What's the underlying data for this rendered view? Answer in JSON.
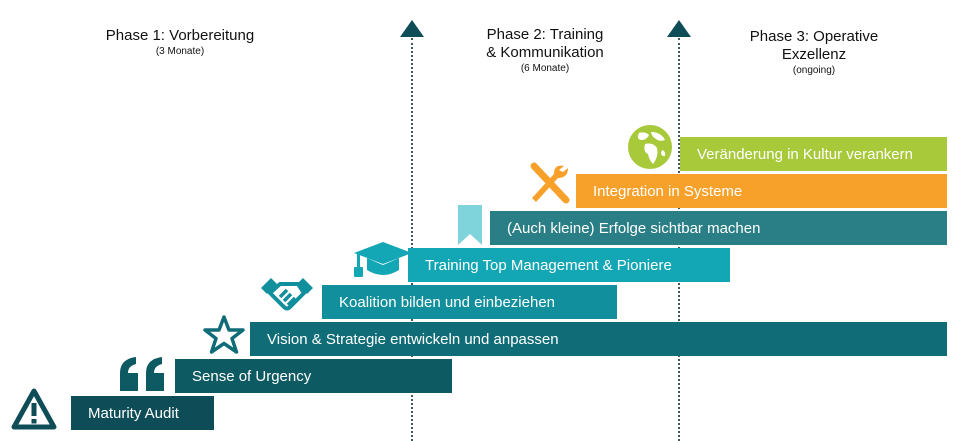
{
  "phases": [
    {
      "title": "Phase 1: Vorbereitung",
      "duration": "(3 Monate)"
    },
    {
      "title": "Phase 2: Training\n& Kommunikation",
      "duration": "(6 Monate)"
    },
    {
      "title": "Phase 3: Operative\nExzellenz",
      "duration": "(ongoing)"
    }
  ],
  "steps": [
    {
      "label": "Maturity Audit",
      "color": "#0e4d57",
      "icon": "warning-icon"
    },
    {
      "label": "Sense of Urgency",
      "color": "#0e5a62",
      "icon": "quote-icon"
    },
    {
      "label": "Vision & Strategie entwickeln und anpassen",
      "color": "#106d78",
      "icon": "star-icon"
    },
    {
      "label": "Koalition bilden und einbeziehen",
      "color": "#118f9c",
      "icon": "handshake-icon"
    },
    {
      "label": "Training Top Management & Pioniere",
      "color": "#13a7b6",
      "icon": "graduation-cap-icon"
    },
    {
      "label": "(Auch kleine) Erfolge sichtbar machen",
      "color": "#2a7f86",
      "icon": "bookmark-icon"
    },
    {
      "label": "Integration in Systeme",
      "color": "#f7a12b",
      "icon": "tools-icon"
    },
    {
      "label": "Veränderung in Kultur verankern",
      "color": "#a8c93a",
      "icon": "globe-icon"
    }
  ]
}
